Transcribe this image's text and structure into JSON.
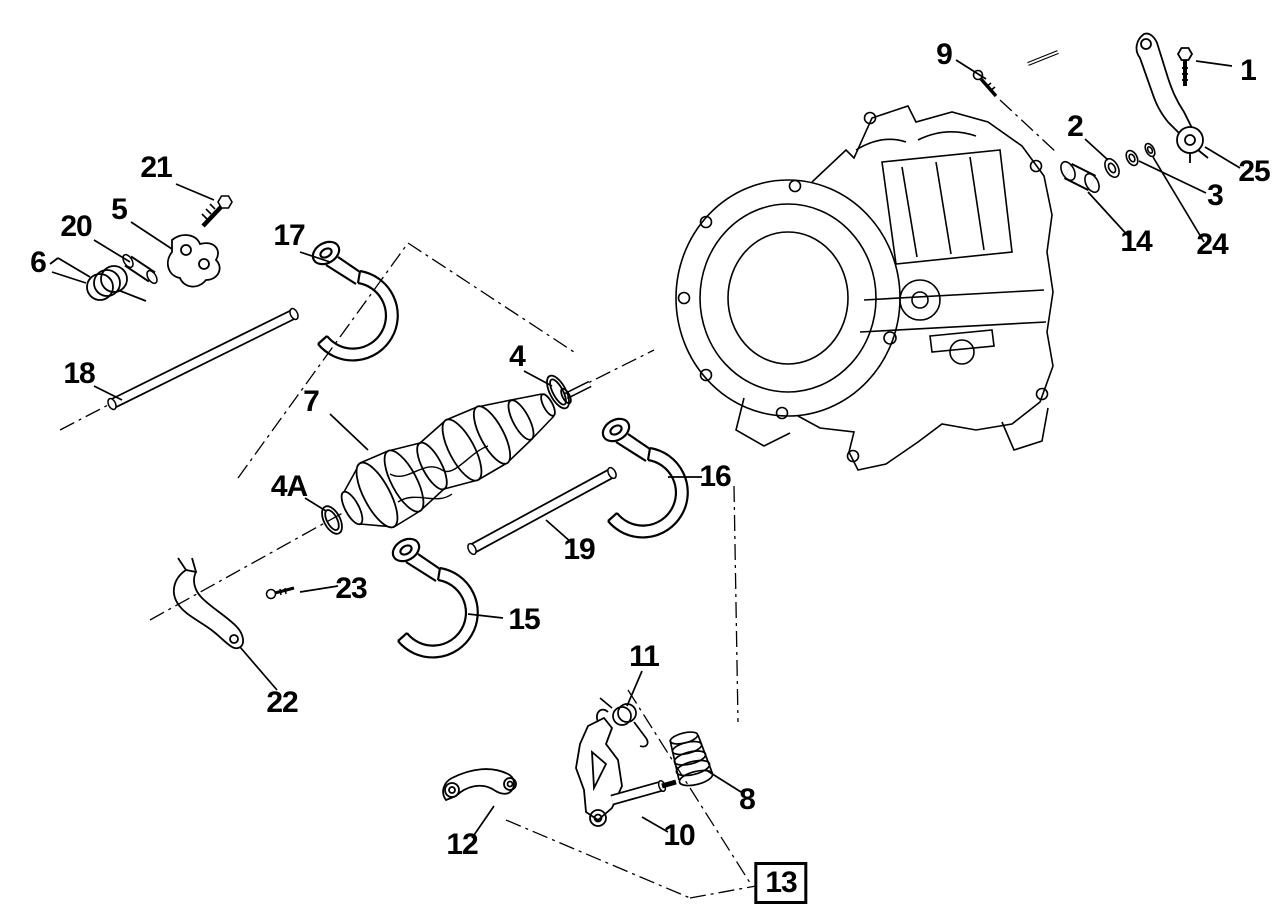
{
  "diagram": {
    "background_color": "#ffffff",
    "line_color": "#000000",
    "boxed_label": "13",
    "part_labels": [
      {
        "text": "1"
      },
      {
        "text": "2"
      },
      {
        "text": "3"
      },
      {
        "text": "4"
      },
      {
        "text": "4A"
      },
      {
        "text": "5"
      },
      {
        "text": "6"
      },
      {
        "text": "7"
      },
      {
        "text": "8"
      },
      {
        "text": "9"
      },
      {
        "text": "10"
      },
      {
        "text": "11"
      },
      {
        "text": "12"
      },
      {
        "text": "13"
      },
      {
        "text": "14"
      },
      {
        "text": "15"
      },
      {
        "text": "16"
      },
      {
        "text": "17"
      },
      {
        "text": "18"
      },
      {
        "text": "19"
      },
      {
        "text": "20"
      },
      {
        "text": "21"
      },
      {
        "text": "22"
      },
      {
        "text": "23"
      },
      {
        "text": "24"
      },
      {
        "text": "25"
      }
    ]
  }
}
